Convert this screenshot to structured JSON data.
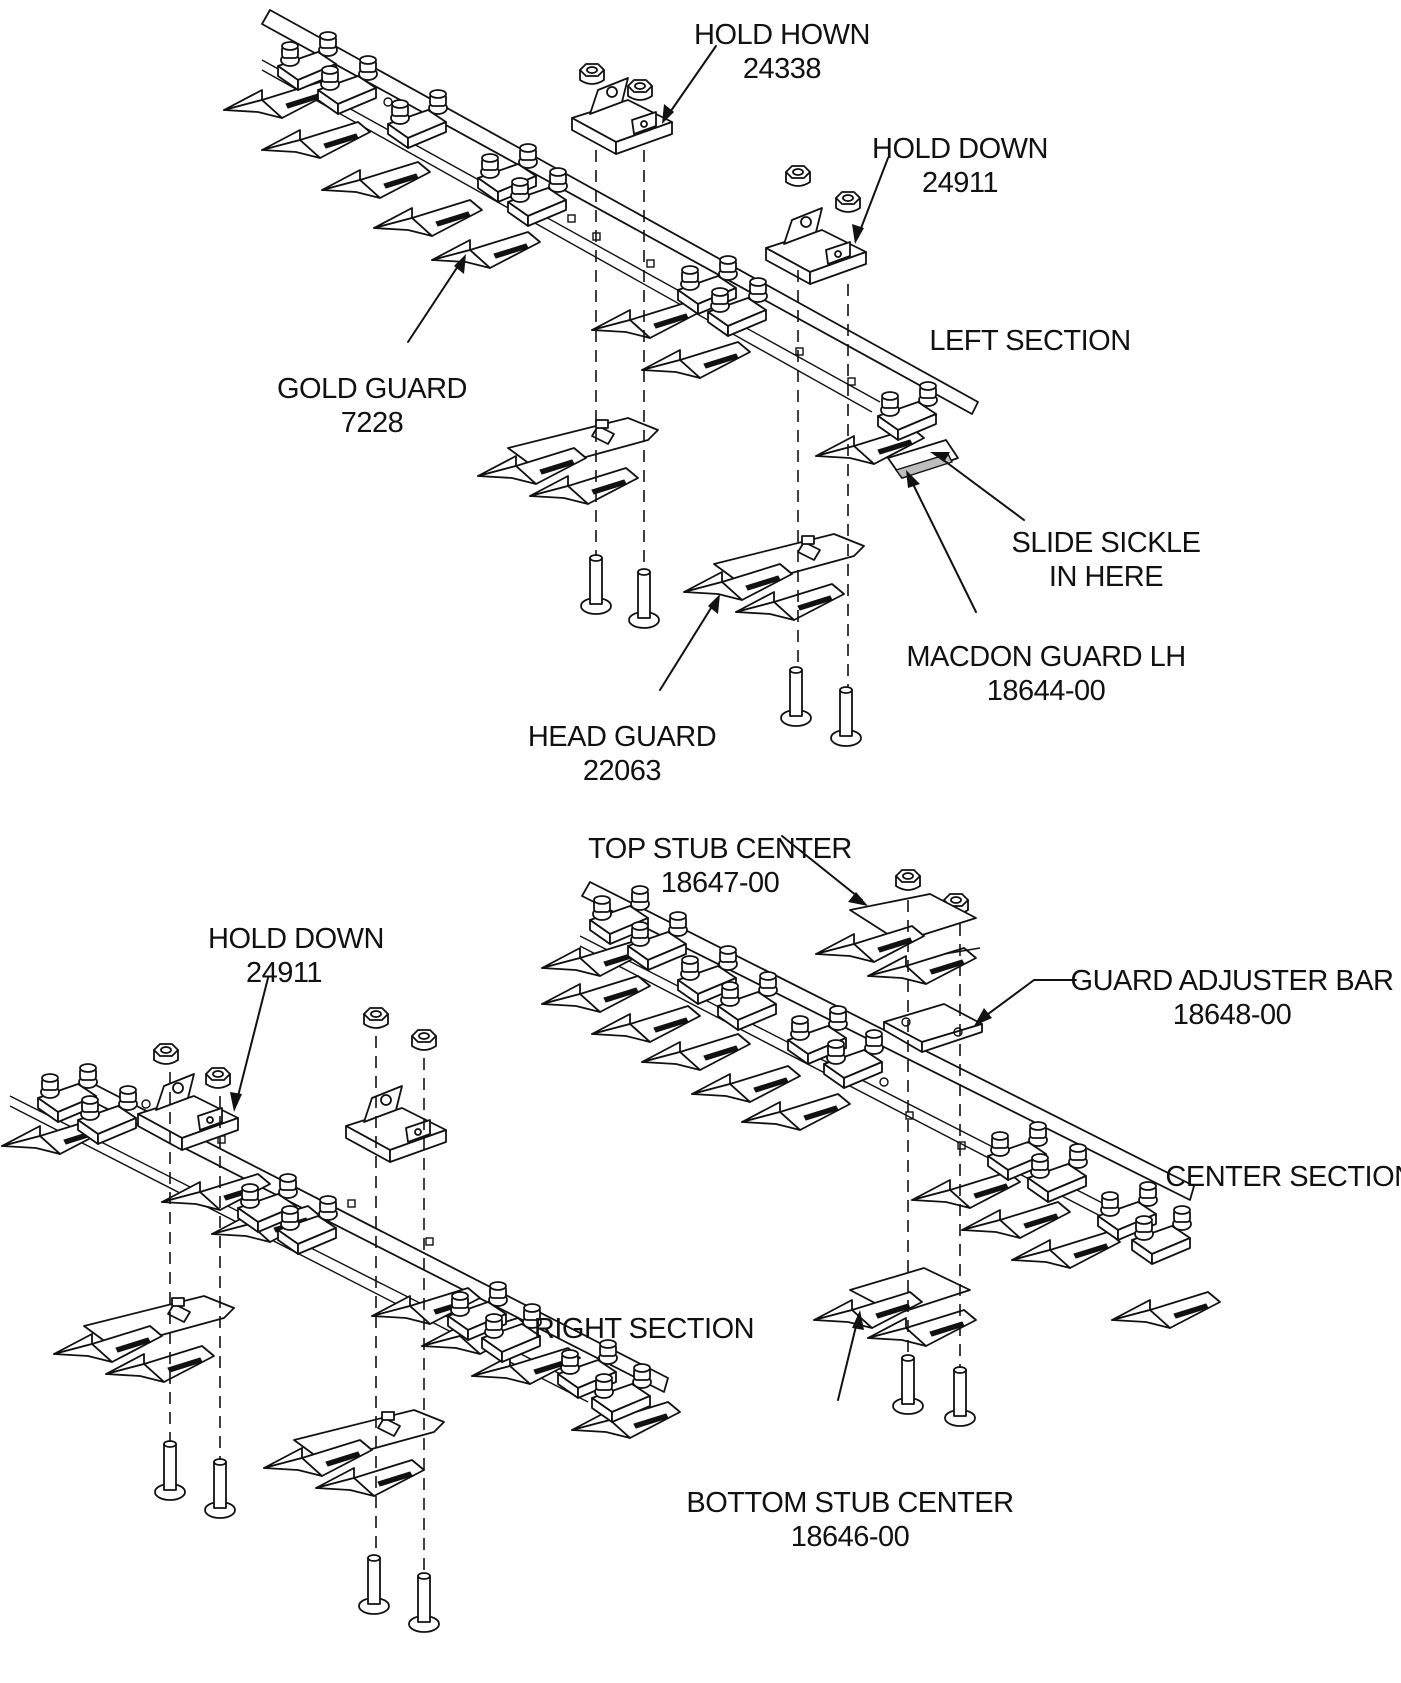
{
  "labels": {
    "hold_down_24338": {
      "line1": "HOLD HOWN",
      "line2": "24338"
    },
    "hold_down_24911_left": {
      "line1": "HOLD DOWN",
      "line2": "24911"
    },
    "left_section": "LEFT SECTION",
    "gold_guard": {
      "line1": "GOLD GUARD",
      "line2": "7228"
    },
    "slide_sickle": {
      "line1": "SLIDE SICKLE",
      "line2": "IN HERE"
    },
    "macdon_guard_lh": {
      "line1": "MACDON GUARD LH",
      "line2": "18644-00"
    },
    "head_guard": {
      "line1": "HEAD GUARD",
      "line2": "22063"
    },
    "top_stub_center": {
      "line1": "TOP STUB CENTER",
      "line2": "18647-00"
    },
    "hold_down_24911_right": {
      "line1": "HOLD DOWN",
      "line2": "24911"
    },
    "guard_adjuster_bar": {
      "line1": "GUARD ADJUSTER BAR",
      "line2": "18648-00"
    },
    "center_section": "CENTER SECTION",
    "right_section": "RIGHT SECTION",
    "bottom_stub_center": {
      "line1": "BOTTOM STUB CENTER",
      "line2": "18646-00"
    }
  }
}
